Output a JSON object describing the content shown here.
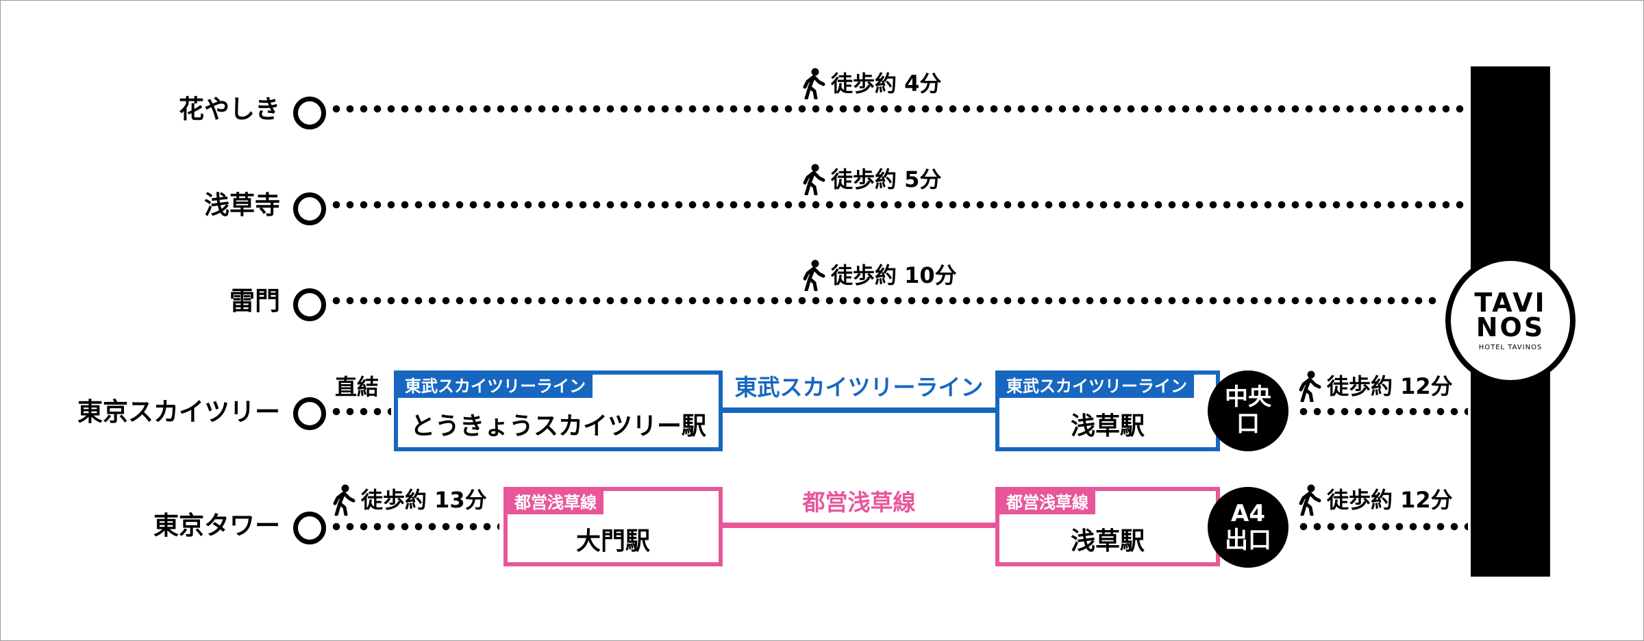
{
  "destinations": [
    {
      "name": "花やしき",
      "walk": "徒歩約 4分"
    },
    {
      "name": "浅草寺",
      "walk": "徒歩約 5分"
    },
    {
      "name": "雷門",
      "walk": "徒歩約 10分"
    },
    {
      "name": "東京スカイツリー",
      "connection": "直結",
      "walk": "徒歩約 12分"
    },
    {
      "name": "東京タワー",
      "walk_to_station": "徒歩約 13分",
      "walk": "徒歩約 12分"
    }
  ],
  "skytree_route": {
    "line_name": "東武スカイツリーライン",
    "color": "#1767c0",
    "from_station": {
      "tag": "東武スカイツリーライン",
      "name": "とうきょうスカイツリー駅"
    },
    "to_station": {
      "tag": "東武スカイツリーライン",
      "name": "浅草駅"
    },
    "exit": [
      "中央",
      "口"
    ]
  },
  "tower_route": {
    "line_name": "都営浅草線",
    "color": "#e8569a",
    "from_station": {
      "tag": "都営浅草線",
      "name": "大門駅"
    },
    "to_station": {
      "tag": "都営浅草線",
      "name": "浅草駅"
    },
    "exit": [
      "A4",
      "出口"
    ]
  },
  "hotel": {
    "logo_top": "TAVI",
    "logo_bottom": "NOS",
    "logo_sub": "HOTEL TAVINOS"
  },
  "icons": {
    "walk": "walking-person-icon",
    "start": "circle-marker-icon"
  }
}
